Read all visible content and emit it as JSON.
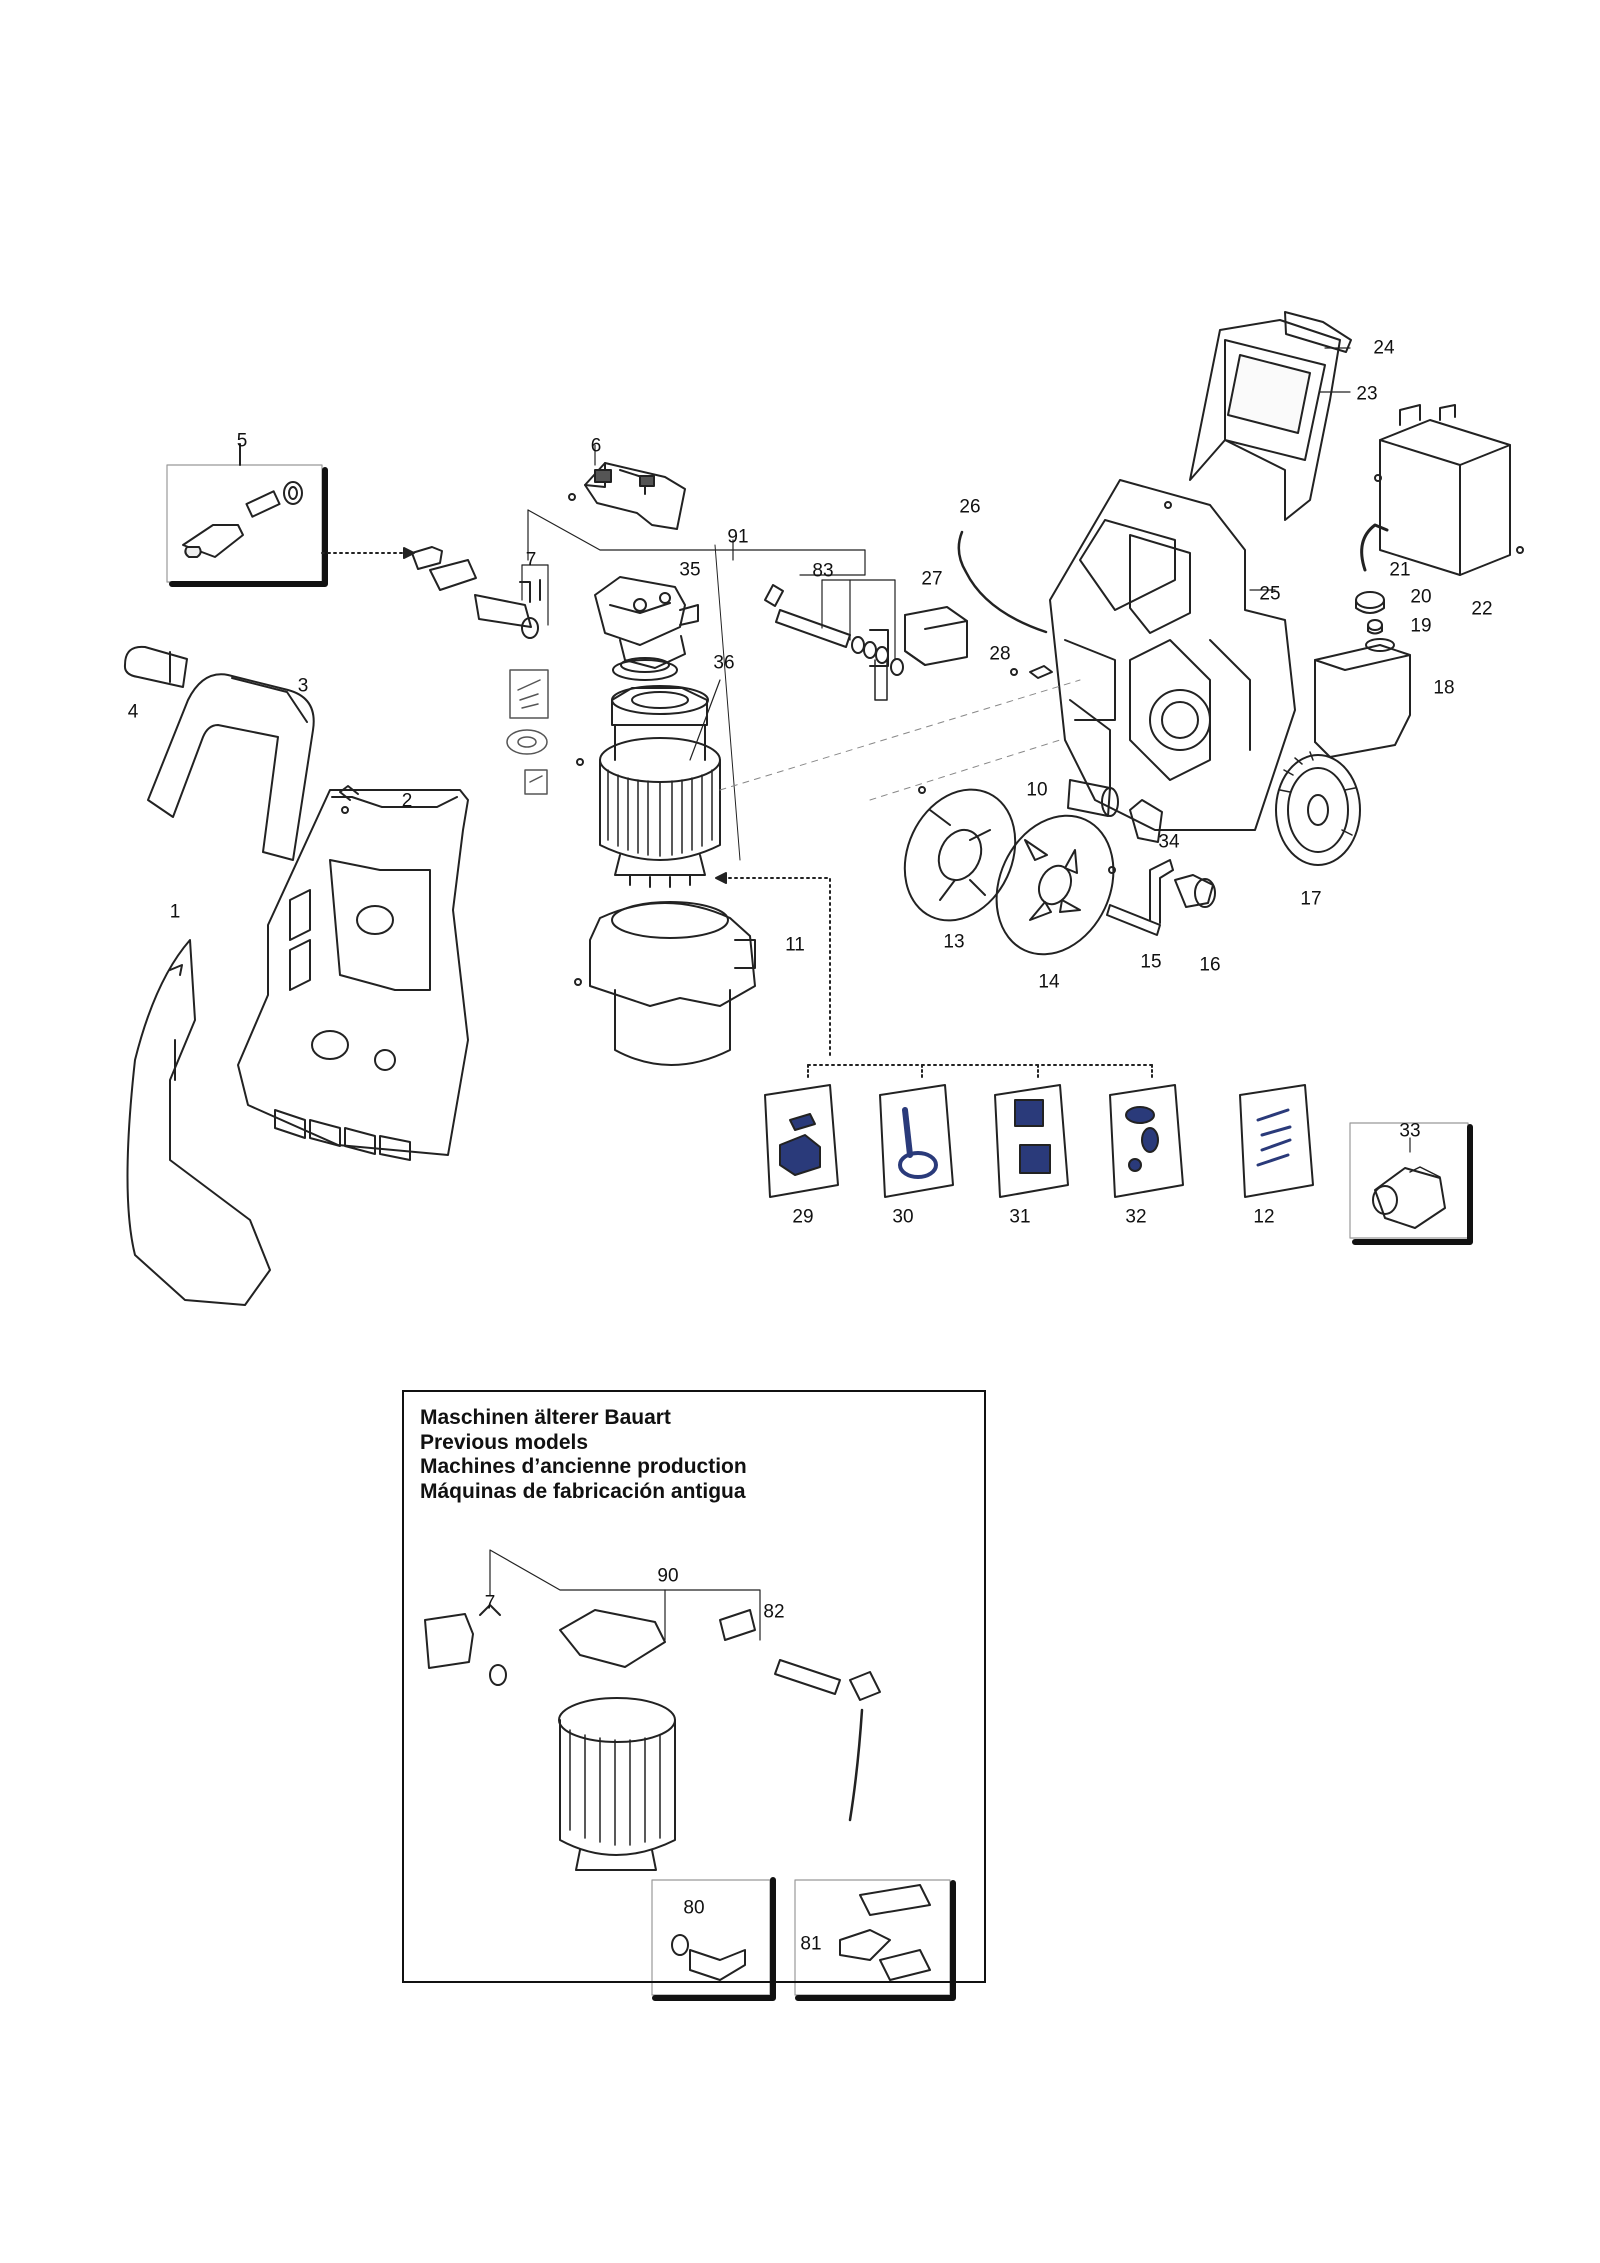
{
  "labels": {
    "p1": "1",
    "p2": "2",
    "p3": "3",
    "p4": "4",
    "p5": "5",
    "p6": "6",
    "p7": "7",
    "p10": "10",
    "p11": "11",
    "p12": "12",
    "p13": "13",
    "p14": "14",
    "p15": "15",
    "p16": "16",
    "p17": "17",
    "p18": "18",
    "p19": "19",
    "p20": "20",
    "p21": "21",
    "p22": "22",
    "p23": "23",
    "p24": "24",
    "p25": "25",
    "p26": "26",
    "p27": "27",
    "p28": "28",
    "p29": "29",
    "p30": "30",
    "p31": "31",
    "p32": "32",
    "p33": "33",
    "p34": "34",
    "p35": "35",
    "p36": "36",
    "p83": "83",
    "p91": "91"
  },
  "legacy": {
    "title": [
      "Maschinen älterer Bauart",
      "Previous models",
      "Machines d’ancienne production",
      "Máquinas de fabricación antigua"
    ],
    "labels": {
      "p7": "7",
      "p80": "80",
      "p81": "81",
      "p82": "82",
      "p90": "90"
    }
  }
}
